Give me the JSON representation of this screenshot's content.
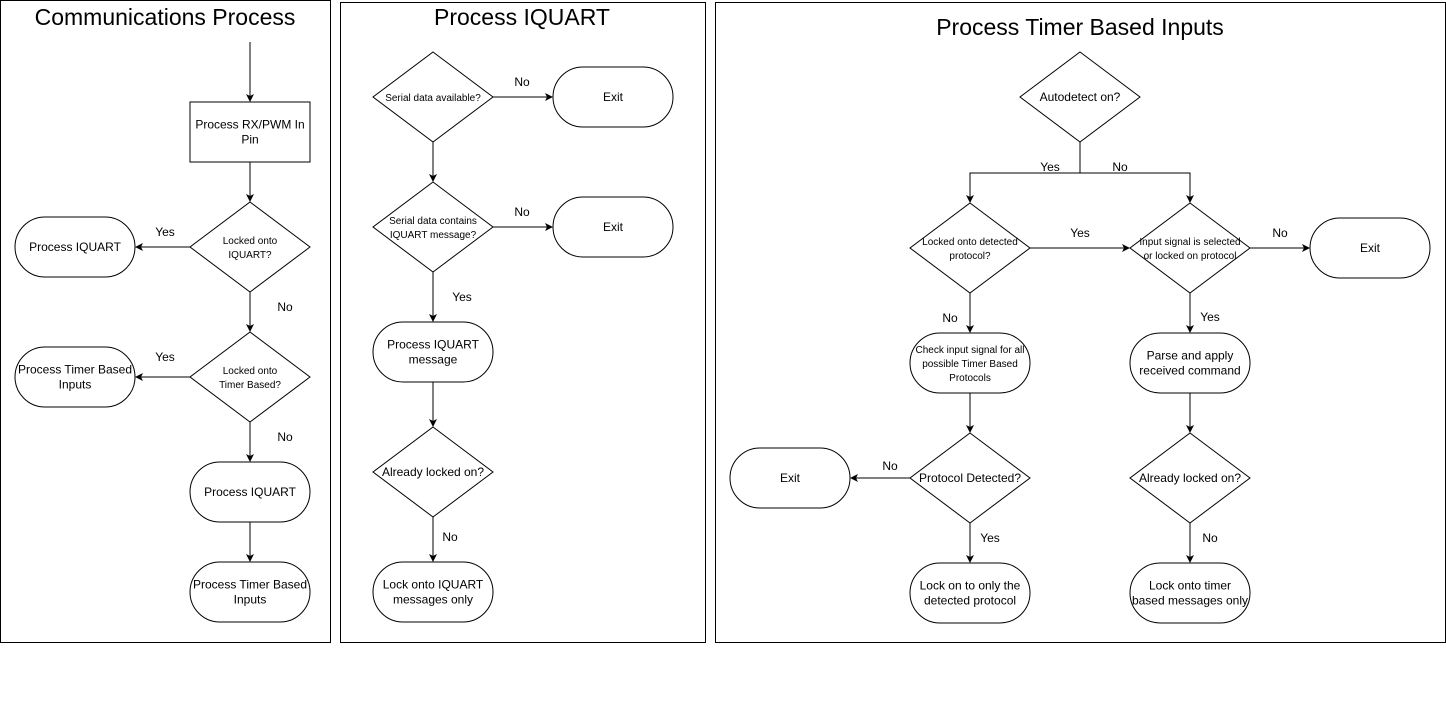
{
  "panels": [
    {
      "id": "comms",
      "title": "Communications Process"
    },
    {
      "id": "iquart",
      "title": "Process IQUART"
    },
    {
      "id": "timer",
      "title": "Process Timer Based Inputs"
    }
  ],
  "nodes": {
    "c_rx": [
      "Process RX/PWM In",
      "Pin"
    ],
    "c_lock_iq": [
      "Locked onto",
      "IQUART?"
    ],
    "c_proc_iq": [
      "Process IQUART"
    ],
    "c_lock_tb": [
      "Locked onto",
      "Timer Based?"
    ],
    "c_proc_tb": [
      "Process Timer Based",
      "Inputs"
    ],
    "c_proc_iq2": [
      "Process IQUART"
    ],
    "c_proc_tb2": [
      "Process Timer Based",
      "Inputs"
    ],
    "i_serial": [
      "Serial data available?"
    ],
    "i_exit1": [
      "Exit"
    ],
    "i_contains": [
      "Serial data contains",
      "IQUART message?"
    ],
    "i_exit2": [
      "Exit"
    ],
    "i_process": [
      "Process IQUART",
      "message"
    ],
    "i_locked": [
      "Already locked on?"
    ],
    "i_lockonto": [
      "Lock onto IQUART",
      "messages only"
    ],
    "t_auto": [
      "Autodetect on?"
    ],
    "t_locked_det": [
      "Locked onto detected",
      "protocol?"
    ],
    "t_input_sel": [
      "Input signal is selected",
      "or locked on protocol"
    ],
    "t_exit1": [
      "Exit"
    ],
    "t_check": [
      "Check input signal for all",
      "possible Timer Based",
      "Protocols"
    ],
    "t_parse": [
      "Parse and apply",
      "received command"
    ],
    "t_exit2": [
      "Exit"
    ],
    "t_detected": [
      "Protocol Detected?"
    ],
    "t_already": [
      "Already locked on?"
    ],
    "t_lock_only": [
      "Lock on to only the",
      "detected protocol"
    ],
    "t_lock_timer": [
      "Lock onto timer",
      "based messages only"
    ]
  },
  "edge_labels": {
    "c_yes1": "Yes",
    "c_no1": "No",
    "c_yes2": "Yes",
    "c_no2": "No",
    "i_no1": "No",
    "i_no2": "No",
    "i_yes": "Yes",
    "i_no3": "No",
    "t_yes_auto": "Yes",
    "t_no_auto": "No",
    "t_yes_locked": "Yes",
    "t_no_input": "No",
    "t_no_locked": "No",
    "t_yes_input": "Yes",
    "t_no_detected": "No",
    "t_yes_detected": "Yes",
    "t_no_already": "No"
  }
}
